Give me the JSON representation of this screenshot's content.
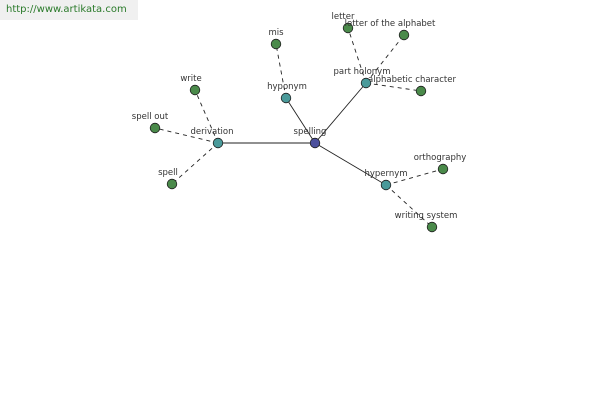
{
  "source_url": "http://www.artikata.com",
  "colors": {
    "root_node": "#4b4f9c",
    "relation_node": "#4a9a9a",
    "leaf_node": "#4a8a4a",
    "node_outline": "#1f1f1f",
    "edge": "#222222"
  },
  "graph": {
    "root": "spelling",
    "relations": [
      {
        "id": "derivation",
        "label": "derivation",
        "children": [
          {
            "id": "write",
            "label": "write"
          },
          {
            "id": "spell-out",
            "label": "spell out"
          },
          {
            "id": "spell",
            "label": "spell"
          }
        ]
      },
      {
        "id": "hyponym",
        "label": "hyponym",
        "children": [
          {
            "id": "mis",
            "label": "mis"
          }
        ]
      },
      {
        "id": "part-holonym",
        "label": "part holonym",
        "children": [
          {
            "id": "letter",
            "label": "letter"
          },
          {
            "id": "letter-of-the-alphabet",
            "label": "letter of the alphabet"
          },
          {
            "id": "alphabetic-character",
            "label": "alphabetic character"
          }
        ]
      },
      {
        "id": "hypernym",
        "label": "hypernym",
        "children": [
          {
            "id": "orthography",
            "label": "orthography"
          },
          {
            "id": "writing-system",
            "label": "writing system"
          }
        ]
      }
    ]
  }
}
